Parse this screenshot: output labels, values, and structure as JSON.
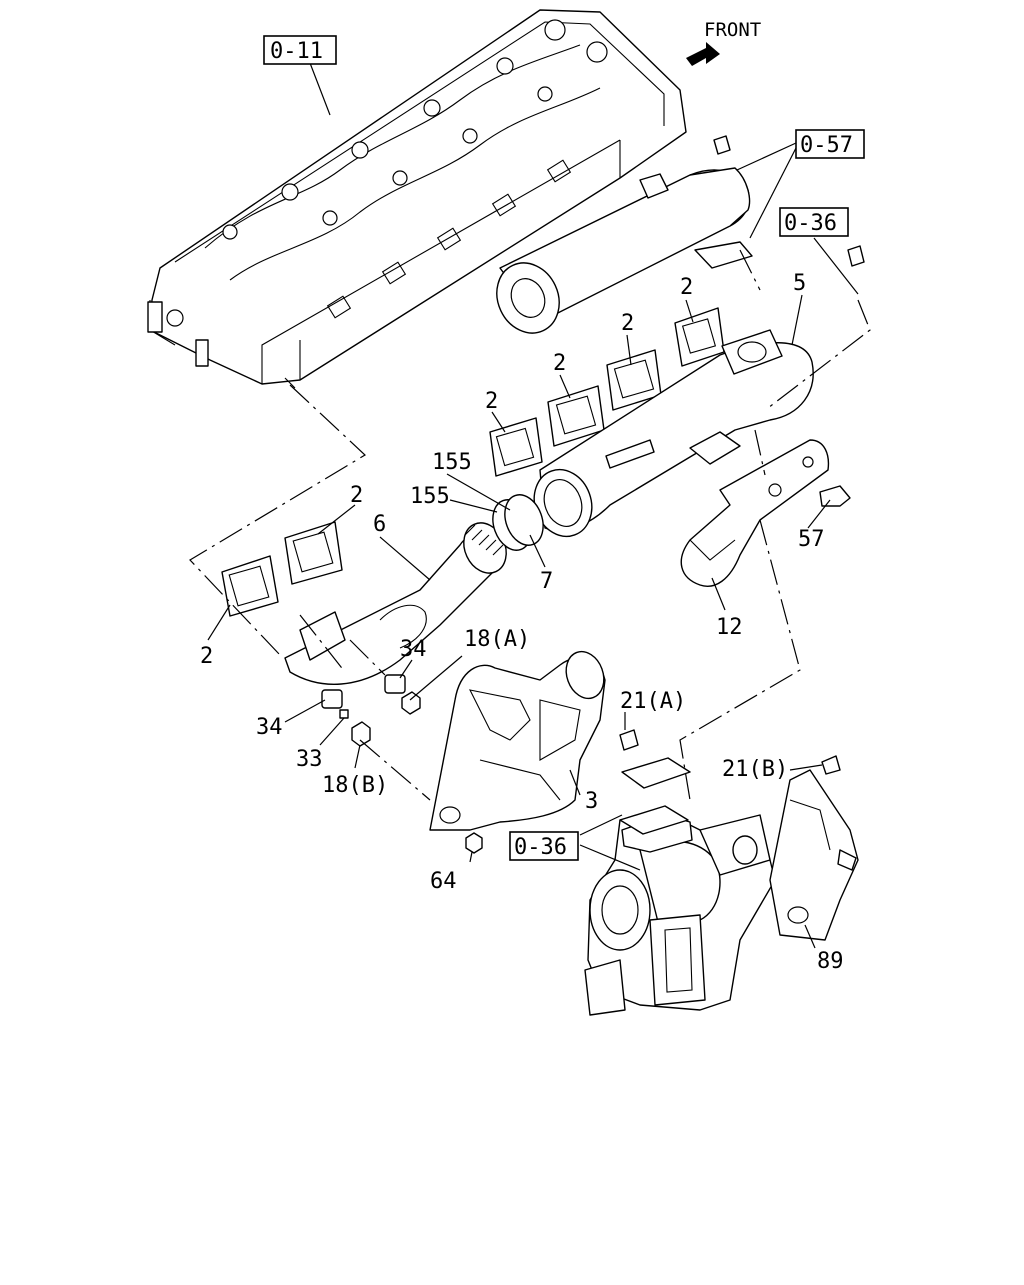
{
  "orientation": {
    "front_label": "FRONT"
  },
  "reference_boxes": {
    "head_ref": "0-11",
    "bolt_ref": "0-57",
    "stud_ref_upper": "0-36",
    "turbo_ref": "0-36"
  },
  "callouts": {
    "c2_a": "2",
    "c2_b": "2",
    "c2_c": "2",
    "c2_d": "2",
    "c2_e": "2",
    "c2_f": "2",
    "c5": "5",
    "c155_a": "155",
    "c155_b": "155",
    "c6": "6",
    "c7": "7",
    "c57": "57",
    "c12": "12",
    "c34_a": "34",
    "c34_b": "34",
    "c18a": "18(A)",
    "c21a": "21(A)",
    "c33": "33",
    "c18b": "18(B)",
    "c3": "3",
    "c21b": "21(B)",
    "c64": "64",
    "c89": "89"
  }
}
